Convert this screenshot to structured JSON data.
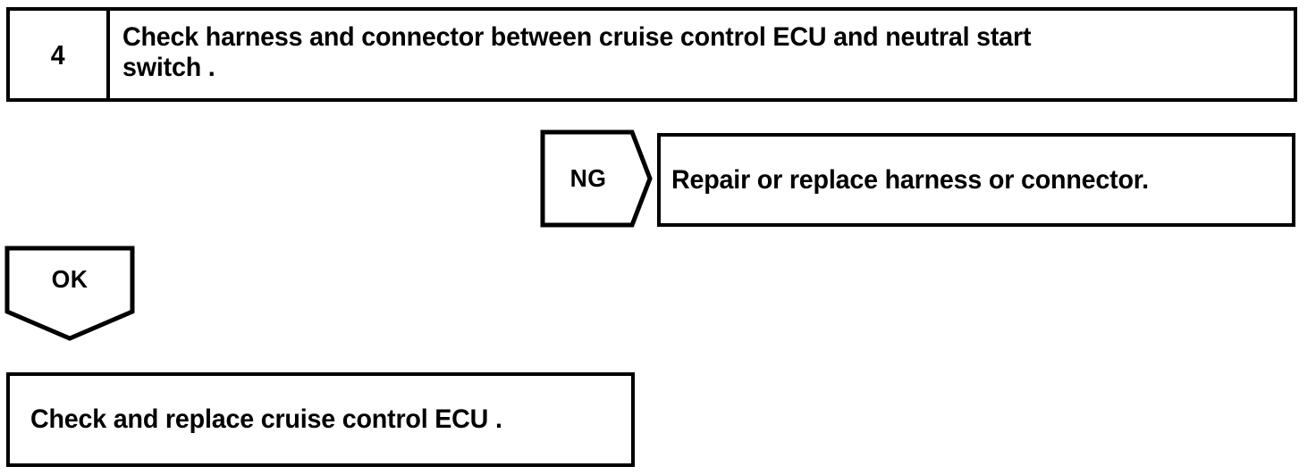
{
  "document": {
    "kind": "troubleshooting-flowchart",
    "ink_color": "#000000",
    "background_color": "#ffffff"
  },
  "step": {
    "number": "4",
    "instruction": "Check harness and connector between cruise control ECU and neutral start\nswitch ."
  },
  "branches": {
    "ng": {
      "label": "NG",
      "result": "Repair or replace harness or connector."
    },
    "ok": {
      "label": "OK",
      "result": "Check and replace cruise control ECU ."
    }
  }
}
